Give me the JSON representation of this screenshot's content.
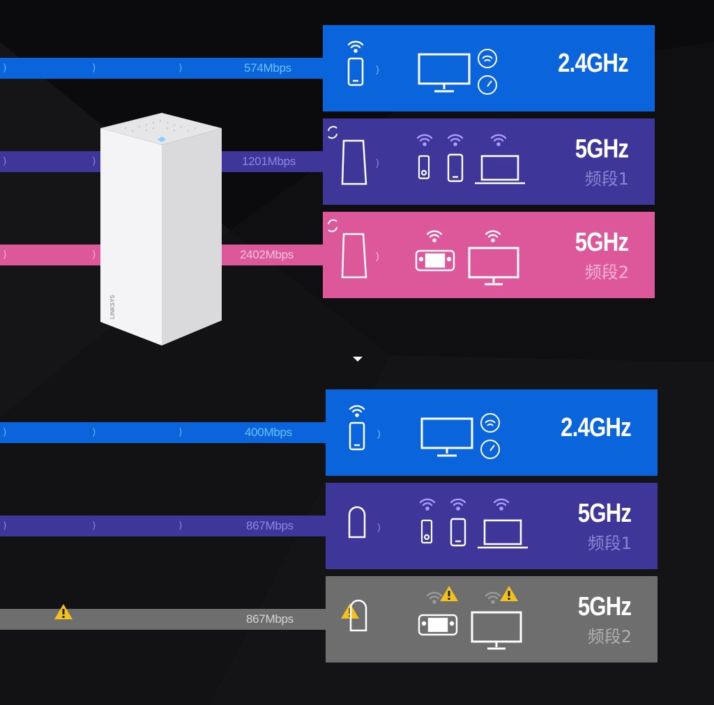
{
  "colors": {
    "blue": "#0a64dc",
    "purple": "#3e3698",
    "pink": "#dd579b",
    "gray": "#6e6e6e",
    "warning": "#f2c21b"
  },
  "node": {
    "brand": "LINKSYS"
  },
  "top_group": {
    "beams": [
      {
        "speed": "574Mbps"
      },
      {
        "speed": "1201Mbps"
      },
      {
        "speed": "2402Mbps"
      }
    ],
    "bands": [
      {
        "frequency": "2.4GHz",
        "sub_label": ""
      },
      {
        "frequency": "5GHz",
        "sub_label": "频段1"
      },
      {
        "frequency": "5GHz",
        "sub_label": "频段2"
      }
    ]
  },
  "bottom_group": {
    "beams": [
      {
        "speed": "400Mbps"
      },
      {
        "speed": "867Mbps"
      },
      {
        "speed": "867Mbps"
      }
    ],
    "bands": [
      {
        "frequency": "2.4GHz",
        "sub_label": ""
      },
      {
        "frequency": "5GHz",
        "sub_label": "频段1"
      },
      {
        "frequency": "5GHz",
        "sub_label": "频段2"
      }
    ]
  },
  "icon_names": [
    "wifi-icon",
    "phone-icon",
    "monitor-icon",
    "gauge-icon",
    "sync-icon",
    "router-icon",
    "laptop-icon",
    "media-player-icon",
    "gamepad-icon",
    "warning-icon"
  ]
}
